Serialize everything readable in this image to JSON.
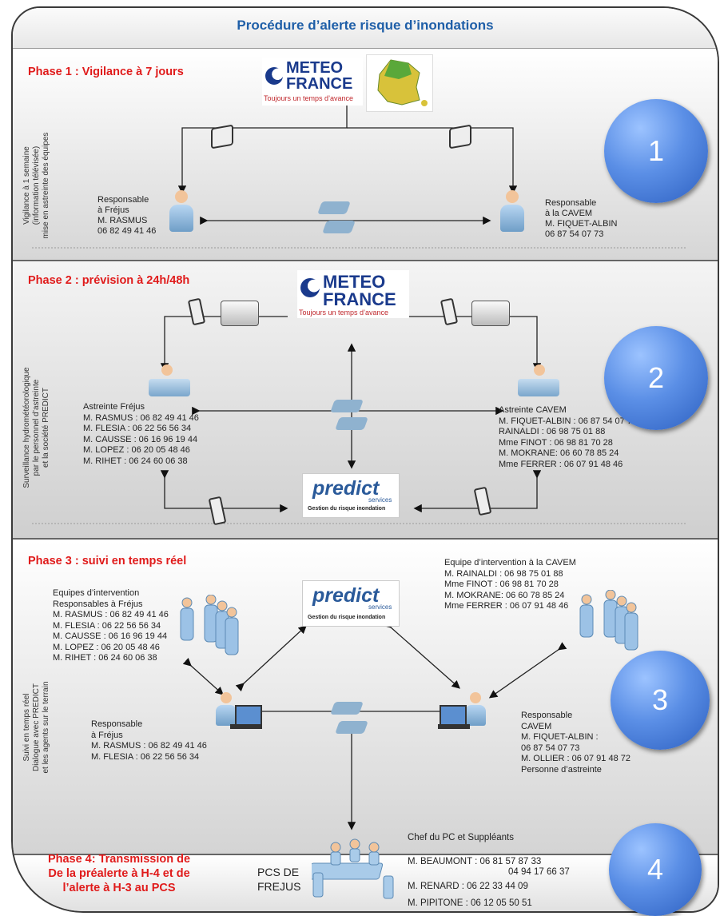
{
  "title": "Procédure d’alerte risque d’inondations",
  "phases": {
    "p1": {
      "label": "Phase 1 : Vigilance à 7 jours",
      "side": "Vigilance à 1 semaine\n(information télévisée)\nmise en astreinte des équipes",
      "bubble": "1",
      "left_block": "Responsable\nà Fréjus\nM. RASMUS\n06 82 49 41 46",
      "right_block": "Responsable\nà la CAVEM\nM. FIQUET-ALBIN\n06 87 54 07 73"
    },
    "p2": {
      "label": "Phase 2 : prévision à 24h/48h",
      "side": "Surveillance hydrométéorologique\npar le personnel d’astreinte\net la société PREDICT",
      "bubble": "2",
      "left_block": "Astreinte Fréjus\nM. RASMUS : 06 82 49 41 46\nM. FLESIA : 06 22 56 56 34\nM. CAUSSE : 06 16 96 19 44\nM. LOPEZ : 06 20 05 48 46\nM. RIHET : 06 24 60 06 38",
      "right_block": "Astreinte CAVEM\nM. FIQUET-ALBIN : 06 87 54 07 73\nRAINALDI : 06 98 75 01 88\nMme FINOT : 06 98 81 70 28\nM. MOKRANE: 06 60 78 85 24\nMme FERRER : 06 07 91 48 46"
    },
    "p3": {
      "label": "Phase 3 : suivi en temps réel",
      "side": "Suivi en temps réel\nDialogue avec PREDICT\net les agents sur le terrain",
      "bubble": "3",
      "left_team": "Equipes d’intervention\nResponsables à Fréjus\nM. RASMUS : 06 82 49 41 46\nM. FLESIA : 06 22 56 56 34\nM. CAUSSE : 06 16 96 19 44\nM. LOPEZ : 06 20 05 48 46\nM. RIHET : 06 24 60 06 38",
      "right_team": "Equipe d’intervention à la CAVEM\nM. RAINALDI : 06 98 75 01 88\nMme FINOT : 06 98 81 70 28\nM. MOKRANE: 06 60 78 85 24\nMme FERRER : 06 07 91 48 46",
      "left_resp": "Responsable\nà Fréjus\nM. RASMUS : 06 82 49 41 46\nM. FLESIA : 06 22 56 56 34",
      "right_resp": "Responsable\nCAVEM\nM. FIQUET-ALBIN :\n06 87 54 07 73\nM. OLLIER : 06 07 91 48 72\nPersonne d’astreinte"
    },
    "p4": {
      "label": "Phase 4: Transmission de\nDe la préalerte à H-4 et de\nl’alerte à H-3 au PCS",
      "bubble": "4",
      "pcs": "PCS DE\nFREJUS",
      "chef": "Chef du PC et Suppléants",
      "l1": "M. BEAUMONT : 06 81 57 87 33",
      "l1b": "04 94 17 66 37",
      "l2": "M. RENARD : 06 22 33 44 09",
      "l3": "M. PIPITONE : 06 12 05 50 51"
    }
  },
  "logos": {
    "meteo_line1": "METEO",
    "meteo_line2": "FRANCE",
    "meteo_tag": "Toujours un temps d’avance",
    "predict_name": "predict",
    "predict_sub": "services",
    "predict_tag": "Gestion du risque inondation"
  },
  "colors": {
    "phase_red": "#e01b1b",
    "title_blue": "#1f5fa8",
    "bubble_blue": "#4a7fd9",
    "meteo_blue": "#1a3a8c"
  }
}
